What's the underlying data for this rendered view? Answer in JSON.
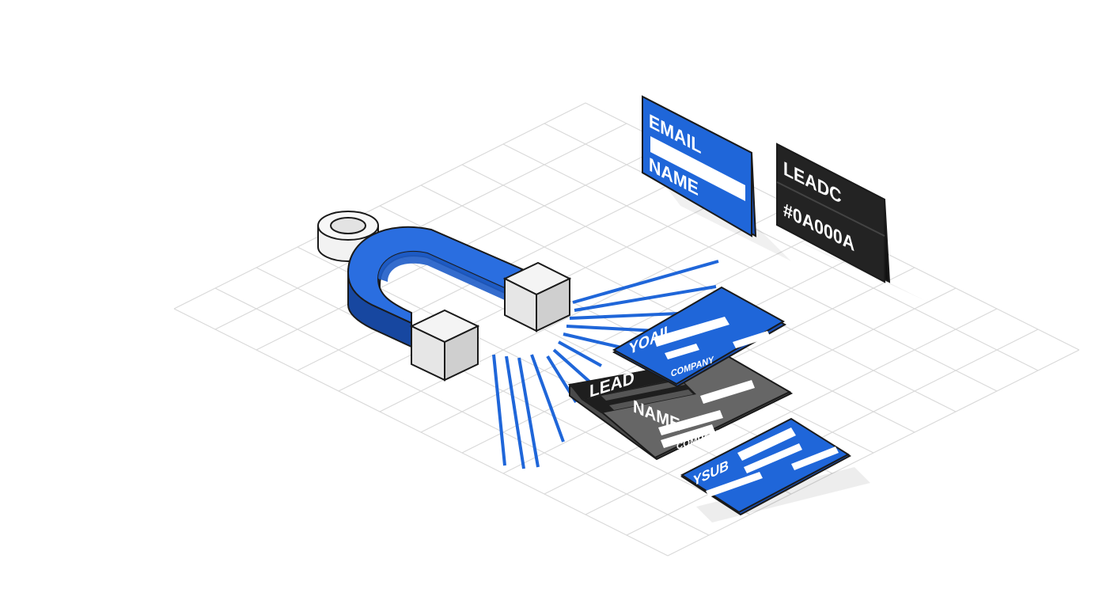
{
  "colors": {
    "background": "#ffffff",
    "grid": "#d9d9d9",
    "accent_blue": "#1f66d9",
    "blue_dark": "#1a4fb0",
    "card_black": "#222222",
    "card_gray": "#666666",
    "text_light": "#ffffff",
    "outline": "#1a1a1a"
  },
  "icons": {
    "magnet": "magnet-icon",
    "ring": "ring-icon"
  },
  "cards": {
    "email_card": {
      "line1": "EMAIL",
      "line2": "NAME"
    },
    "lead_code_card": {
      "line1": "LEADC",
      "line2": "#0A000A"
    },
    "yoail_card": {
      "line1": "YOAIL",
      "line2": "COMPANY"
    },
    "lead_card": {
      "line1": "LEAD",
      "line2": "NAME",
      "line3": "COMPANY"
    },
    "ysub_card": {
      "line1": "YSUB"
    }
  }
}
